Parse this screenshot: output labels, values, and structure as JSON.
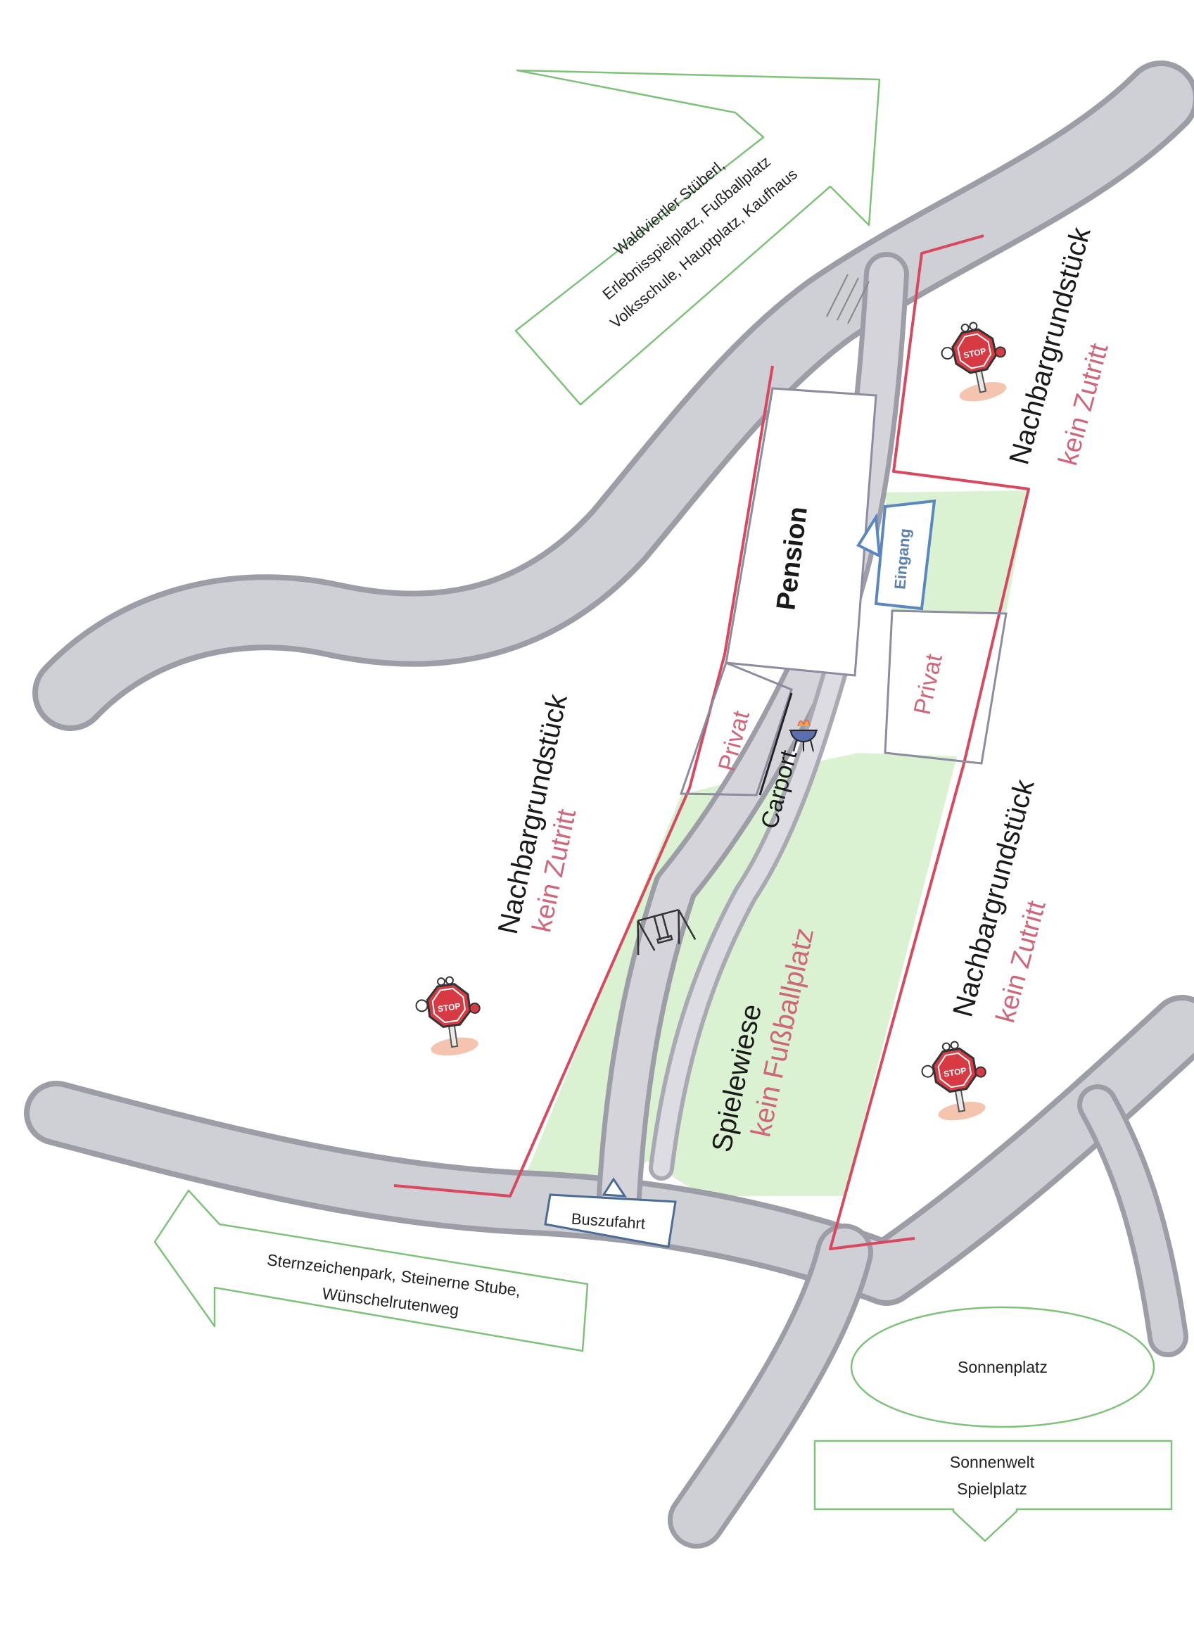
{
  "colors": {
    "road": "#c9c9cf",
    "road_edge": "#9d9da8",
    "boundary": "#d8485e",
    "grass": "#cdeec2",
    "arrow_green": "#7ec27a",
    "entrance_blue": "#5b87c0",
    "text_red": "#d0667a"
  },
  "arrows": {
    "north": {
      "line1": "Waldviertler Stüberl,",
      "line2": "Erlebnisspielplatz, Fußballplatz",
      "line3": "Volksschule, Hauptplatz, Kaufhaus"
    },
    "west": {
      "line1": "Sternzeichenpark, Steinerne Stube,",
      "line2": "Wünschelrutenweg"
    },
    "south": {
      "line1": "Sonnenwelt",
      "line2": "Spielplatz"
    }
  },
  "places": {
    "pension": "Pension",
    "eingang": "Eingang",
    "privat_left": "Privat",
    "privat_right": "Privat",
    "carport": "Carport",
    "spielewiese": "Spielewiese",
    "no_football": "kein Fußballplatz",
    "buszufahrt": "Buszufahrt",
    "sonnenplatz": "Sonnenplatz"
  },
  "neighbours": [
    {
      "title": "Nachbargrundstück",
      "note": "kein Zutritt"
    },
    {
      "title": "Nachbargrundstück",
      "note": "kein Zutritt"
    },
    {
      "title": "Nachbargrundstück",
      "note": "kein Zutritt"
    }
  ],
  "icons": [
    "stop-sign-icon",
    "grill-icon",
    "swing-icon"
  ],
  "stop_sign_text": "STOP"
}
